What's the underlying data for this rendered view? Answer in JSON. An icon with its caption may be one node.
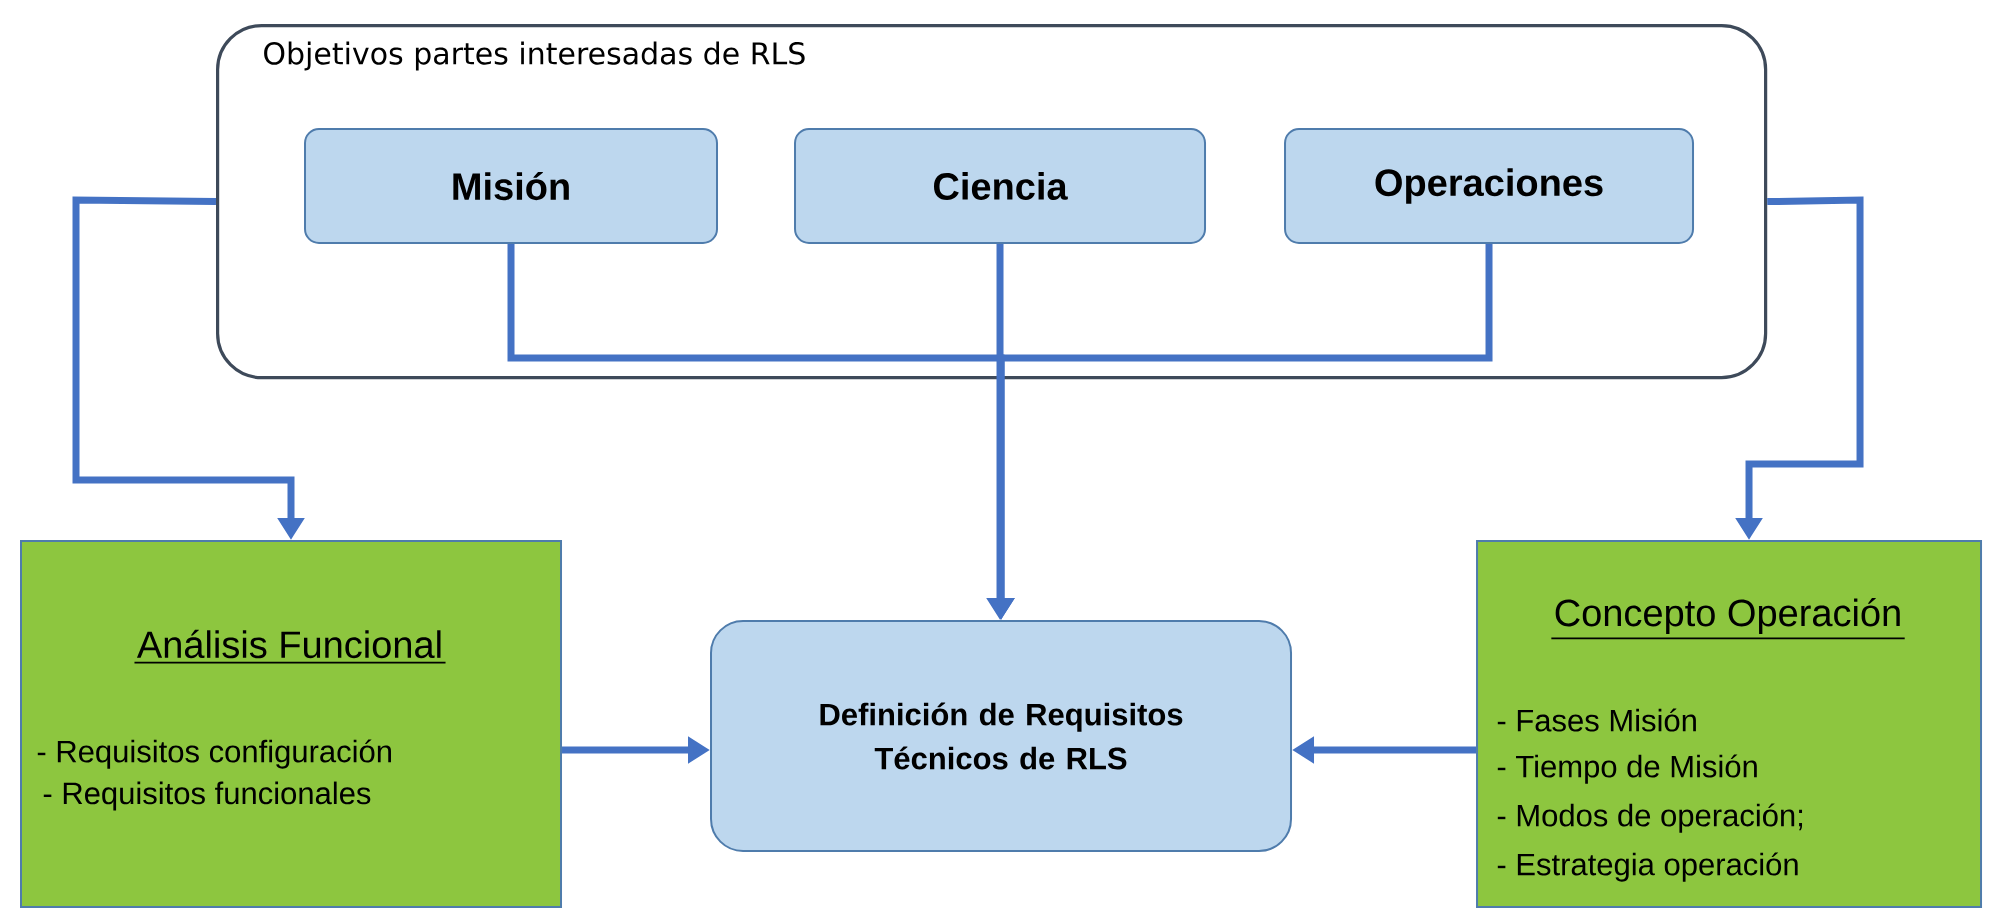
{
  "diagram": {
    "nodes": [
      {
        "text": [
          "Objetivos partes interesadas de RLS"
        ]
      },
      {
        "text": [
          "Misión"
        ],
        "in": 0
      },
      {
        "text": [
          "Ciencia"
        ],
        "in": 0
      },
      {
        "text": [
          "Operaciones"
        ],
        "in": 0
      },
      {
        "text": [
          "Análisis Funcional",
          "- Requisitos configuración",
          "- Requisitos funcionales"
        ]
      },
      {
        "text": [
          "Definición de Requisitos Técnicos de RLS"
        ]
      },
      {
        "text": [
          "Concepto Operación",
          "- Fases Misión",
          "- Tiempo de Misión",
          "- Modos de operación;",
          "- Estrategia operación"
        ]
      }
    ],
    "edges": [
      {
        "from": 0,
        "to": 4,
        "arrow": "to"
      },
      {
        "from": 0,
        "to": 6,
        "arrow": "to"
      },
      {
        "from": 1,
        "to": 5,
        "arrow": "to"
      },
      {
        "from": 2,
        "to": 5,
        "arrow": "to"
      },
      {
        "from": 3,
        "to": 5,
        "arrow": "to"
      },
      {
        "from": 4,
        "to": 5,
        "arrow": "to"
      },
      {
        "from": 6,
        "to": 5,
        "arrow": "to"
      }
    ]
  }
}
